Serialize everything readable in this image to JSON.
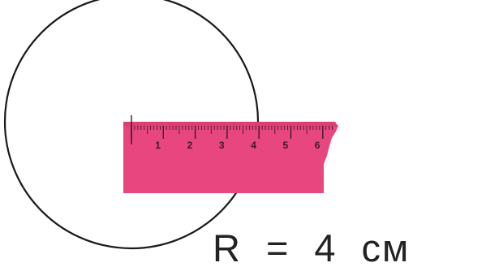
{
  "diagram": {
    "circle": {
      "stroke_color": "#1a1a1a"
    },
    "ruler": {
      "color": "#e8467e",
      "tick_color": "#3a1a28",
      "tick_labels": [
        "1",
        "2",
        "3",
        "4",
        "5",
        "6"
      ]
    },
    "caption": {
      "symbol": "R",
      "equals": "=",
      "value": "4",
      "unit": "см"
    }
  }
}
